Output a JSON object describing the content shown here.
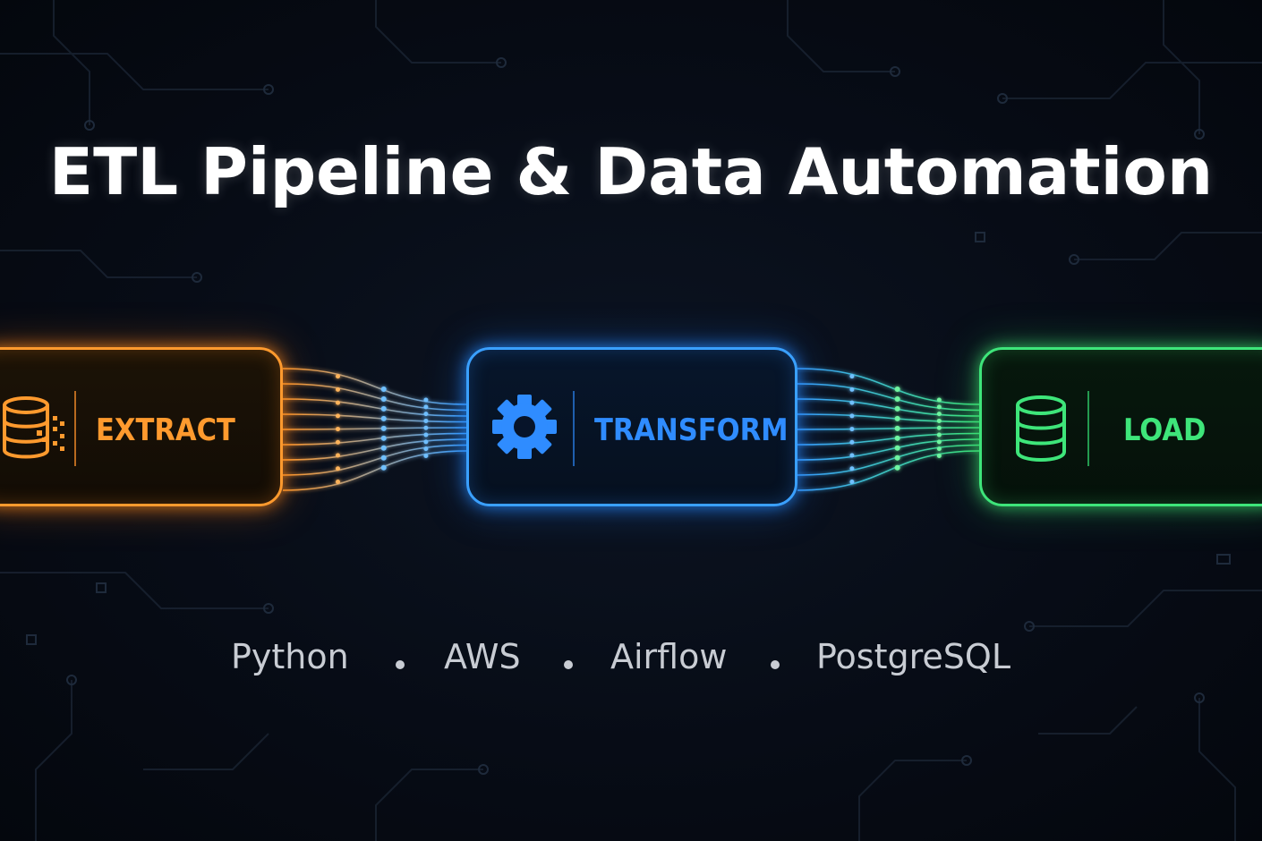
{
  "title": "ETL Pipeline & Data Automation",
  "stages": {
    "extract": {
      "label": "EXTRACT",
      "icon": "database-stack-icon",
      "color": "#ff9a2e"
    },
    "transform": {
      "label": "TRANSFORM",
      "icon": "gear-icon",
      "color": "#2f8cff"
    },
    "load": {
      "label": "LOAD",
      "icon": "database-icon",
      "color": "#3ee57a"
    }
  },
  "technologies": [
    "Python",
    "AWS",
    "Airflow",
    "PostgreSQL"
  ],
  "colors": {
    "background": "#060b14",
    "title": "#ffffff",
    "tech_text": "#c8ccd3"
  }
}
